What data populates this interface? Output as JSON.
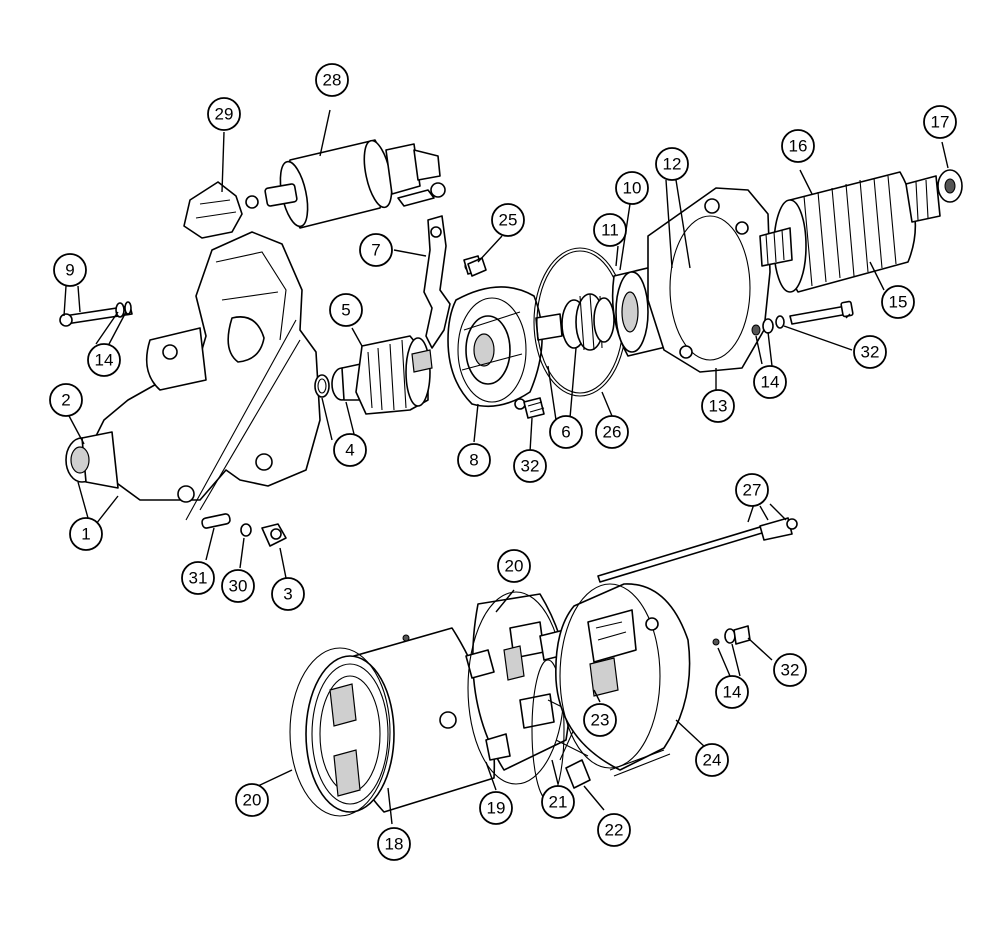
{
  "diagram": {
    "type": "exploded-parts-view",
    "callouts": [
      {
        "id": "c1",
        "label": "1"
      },
      {
        "id": "c2",
        "label": "2"
      },
      {
        "id": "c3",
        "label": "3"
      },
      {
        "id": "c4",
        "label": "4"
      },
      {
        "id": "c5",
        "label": "5"
      },
      {
        "id": "c6",
        "label": "6"
      },
      {
        "id": "c7",
        "label": "7"
      },
      {
        "id": "c8",
        "label": "8"
      },
      {
        "id": "c9",
        "label": "9"
      },
      {
        "id": "c10",
        "label": "10"
      },
      {
        "id": "c11",
        "label": "11"
      },
      {
        "id": "c12",
        "label": "12"
      },
      {
        "id": "c13",
        "label": "13"
      },
      {
        "id": "c14a",
        "label": "14"
      },
      {
        "id": "c14b",
        "label": "14"
      },
      {
        "id": "c14c",
        "label": "14"
      },
      {
        "id": "c15",
        "label": "15"
      },
      {
        "id": "c16",
        "label": "16"
      },
      {
        "id": "c17",
        "label": "17"
      },
      {
        "id": "c18",
        "label": "18"
      },
      {
        "id": "c19",
        "label": "19"
      },
      {
        "id": "c20a",
        "label": "20"
      },
      {
        "id": "c20b",
        "label": "20"
      },
      {
        "id": "c21",
        "label": "21"
      },
      {
        "id": "c22",
        "label": "22"
      },
      {
        "id": "c23",
        "label": "23"
      },
      {
        "id": "c24",
        "label": "24"
      },
      {
        "id": "c25",
        "label": "25"
      },
      {
        "id": "c26",
        "label": "26"
      },
      {
        "id": "c27",
        "label": "27"
      },
      {
        "id": "c28",
        "label": "28"
      },
      {
        "id": "c29",
        "label": "29"
      },
      {
        "id": "c30",
        "label": "30"
      },
      {
        "id": "c31",
        "label": "31"
      },
      {
        "id": "c32a",
        "label": "32"
      },
      {
        "id": "c32b",
        "label": "32"
      },
      {
        "id": "c32c",
        "label": "32"
      }
    ]
  }
}
